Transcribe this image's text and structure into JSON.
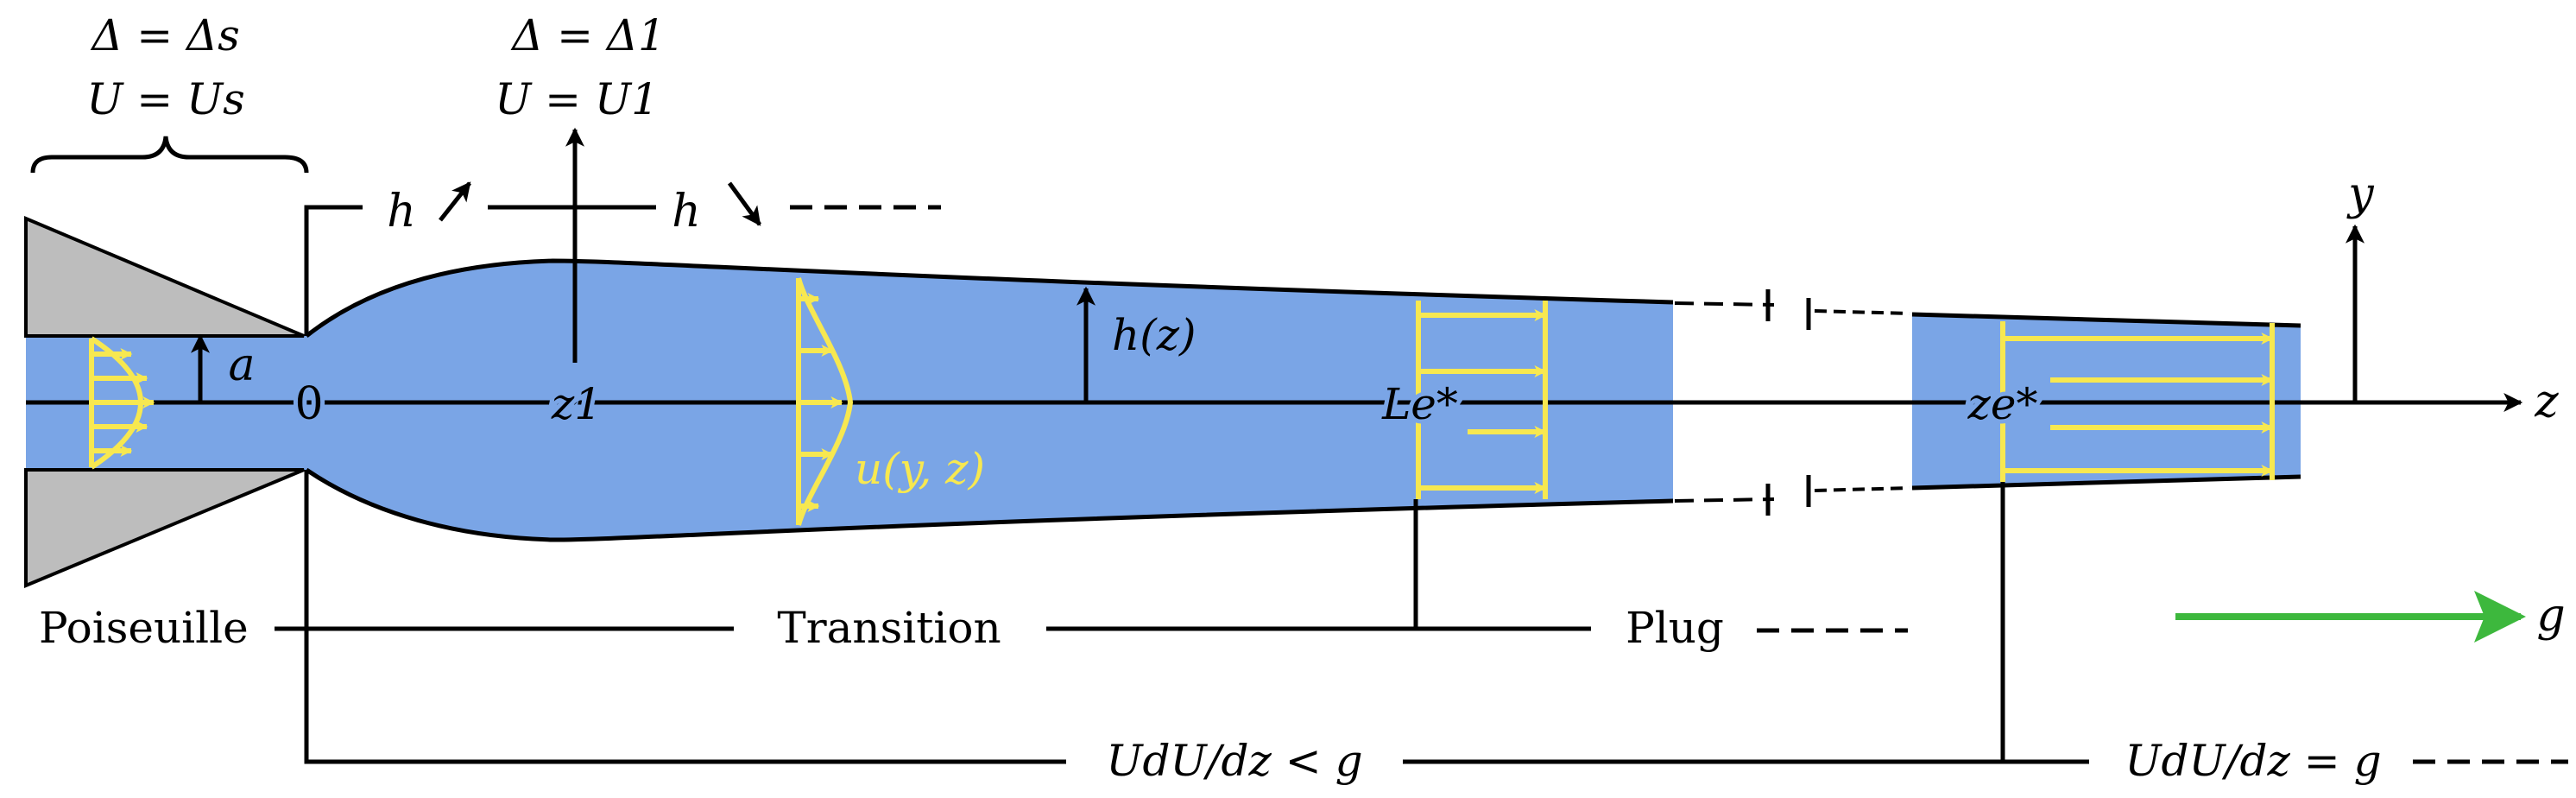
{
  "labels": {
    "delta_s": "Δ = Δs",
    "u_s": "U = Us",
    "delta_1": "Δ = Δ1",
    "u_1": "U = U1",
    "h_up": "h",
    "h_down": "h",
    "a": "a",
    "origin": "0",
    "z1": "z1",
    "hz": "h(z)",
    "uyz": "u(y, z)",
    "le": "Le*",
    "ze": "ze*",
    "y_axis": "y",
    "z_axis": "z",
    "g": "g",
    "poiseuille": "Poiseuille",
    "transition": "Transition",
    "plug": "Plug",
    "cond_lt": "UdU/dz < g",
    "cond_eq": "UdU/dz = g"
  },
  "colors": {
    "fluid": "#7aa5e6",
    "profile": "#f7e850",
    "nozzle": "#bdbdbd",
    "gravity": "#3db83d",
    "ink": "#000000"
  }
}
